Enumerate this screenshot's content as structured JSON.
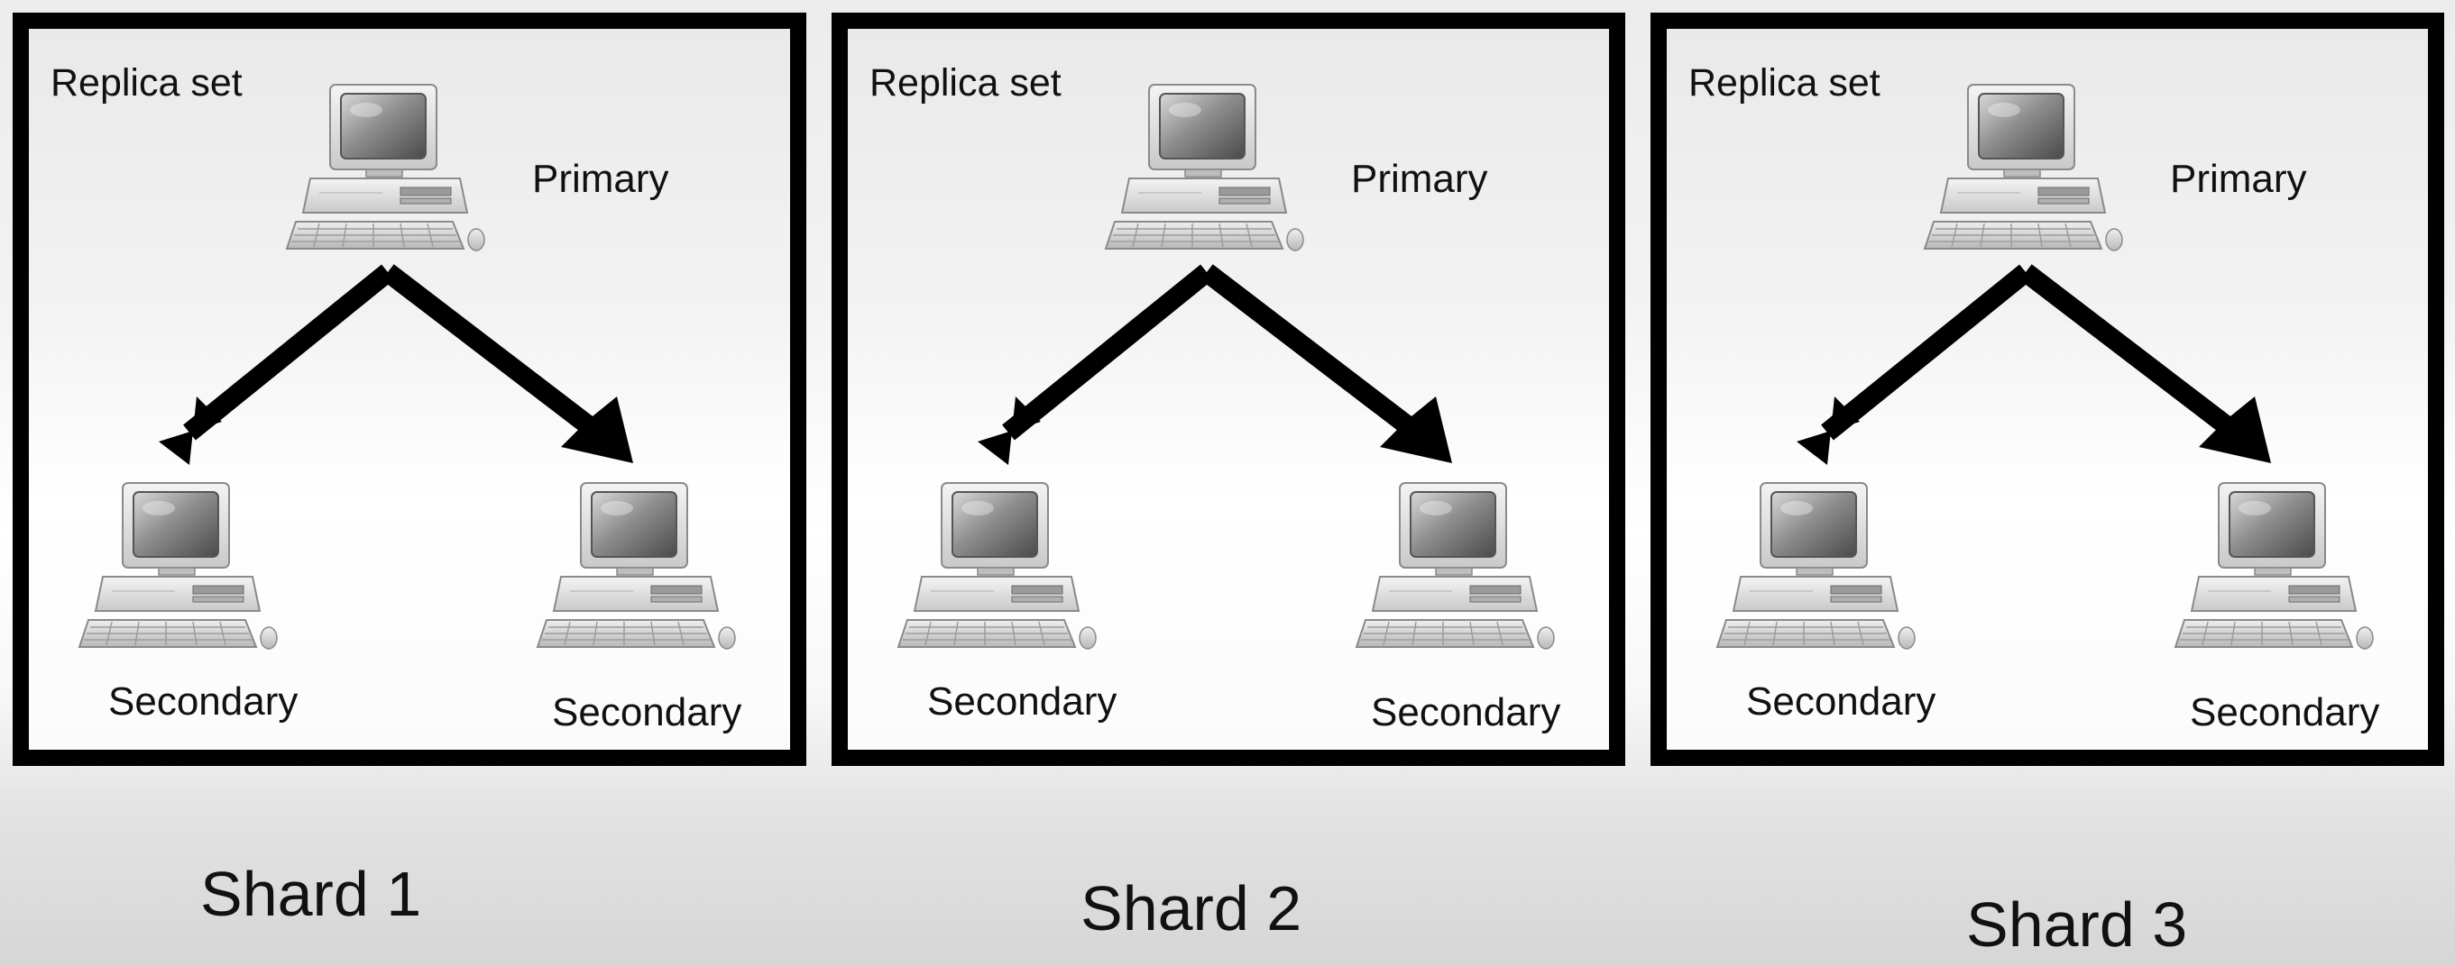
{
  "shards": [
    {
      "replica_set_label": "Replica set",
      "primary_label": "Primary",
      "secondary_left_label": "Secondary",
      "secondary_right_label": "Secondary",
      "shard_label": "Shard 1"
    },
    {
      "replica_set_label": "Replica set",
      "primary_label": "Primary",
      "secondary_left_label": "Secondary",
      "secondary_right_label": "Secondary",
      "shard_label": "Shard 2"
    },
    {
      "replica_set_label": "Replica set",
      "primary_label": "Primary",
      "secondary_left_label": "Secondary",
      "secondary_right_label": "Secondary",
      "shard_label": "Shard 3"
    }
  ],
  "colors": {
    "border": "#000000",
    "arrow": "#000000",
    "text": "#111111"
  },
  "icons": {
    "node": "desktop-computer-icon",
    "replication": "arrow-icon"
  }
}
